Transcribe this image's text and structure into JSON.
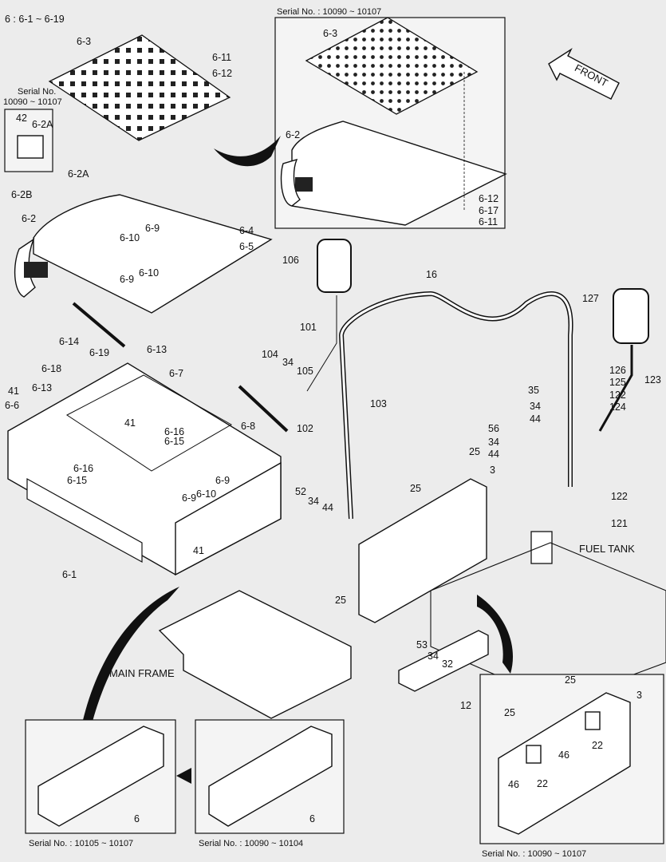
{
  "header": {
    "range_label": "6 : 6-1 ~ 6-19"
  },
  "insets": {
    "top_right": "Serial No. : 10090 ~ 10107",
    "left_small": [
      "Serial No.",
      "10090 ~ 10107"
    ],
    "bottom_left": "Serial No. : 10105 ~ 10107",
    "bottom_middle": "Serial No. : 10090 ~ 10104",
    "bottom_right": "Serial No. : 10090 ~ 10107"
  },
  "annotations": {
    "front": "FRONT",
    "main_frame": "MAIN FRAME",
    "fuel_tank": "FUEL TANK"
  },
  "part_labels": {
    "p6_3": "6-3",
    "p6_11": "6-11",
    "p6_12": "6-12",
    "p42": "42",
    "p6_2A": "6-2A",
    "p6_2B": "6-2B",
    "p6_2": "6-2",
    "p6_9": "6-9",
    "p6_10": "6-10",
    "p6_4": "6-4",
    "p6_5": "6-5",
    "p6_14": "6-14",
    "p6_13": "6-13",
    "p6_19": "6-19",
    "p6_18": "6-18",
    "p6_7": "6-7",
    "p41": "41",
    "p6_6": "6-6",
    "p6_16": "6-16",
    "p6_15": "6-15",
    "p6_8": "6-8",
    "p6_1": "6-1",
    "p6_17": "6-17",
    "p106": "106",
    "p16": "16",
    "p101": "101",
    "p104": "104",
    "p34": "34",
    "p105": "105",
    "p103": "103",
    "p102": "102",
    "p127": "127",
    "p126": "126",
    "p125": "125",
    "p122": "122",
    "p124": "124",
    "p123": "123",
    "p35": "35",
    "p44": "44",
    "p56": "56",
    "p25": "25",
    "p3": "3",
    "p52": "52",
    "p121": "121",
    "p53": "53",
    "p32": "32",
    "p12": "12",
    "p22": "22",
    "p46": "46",
    "p6": "6"
  }
}
